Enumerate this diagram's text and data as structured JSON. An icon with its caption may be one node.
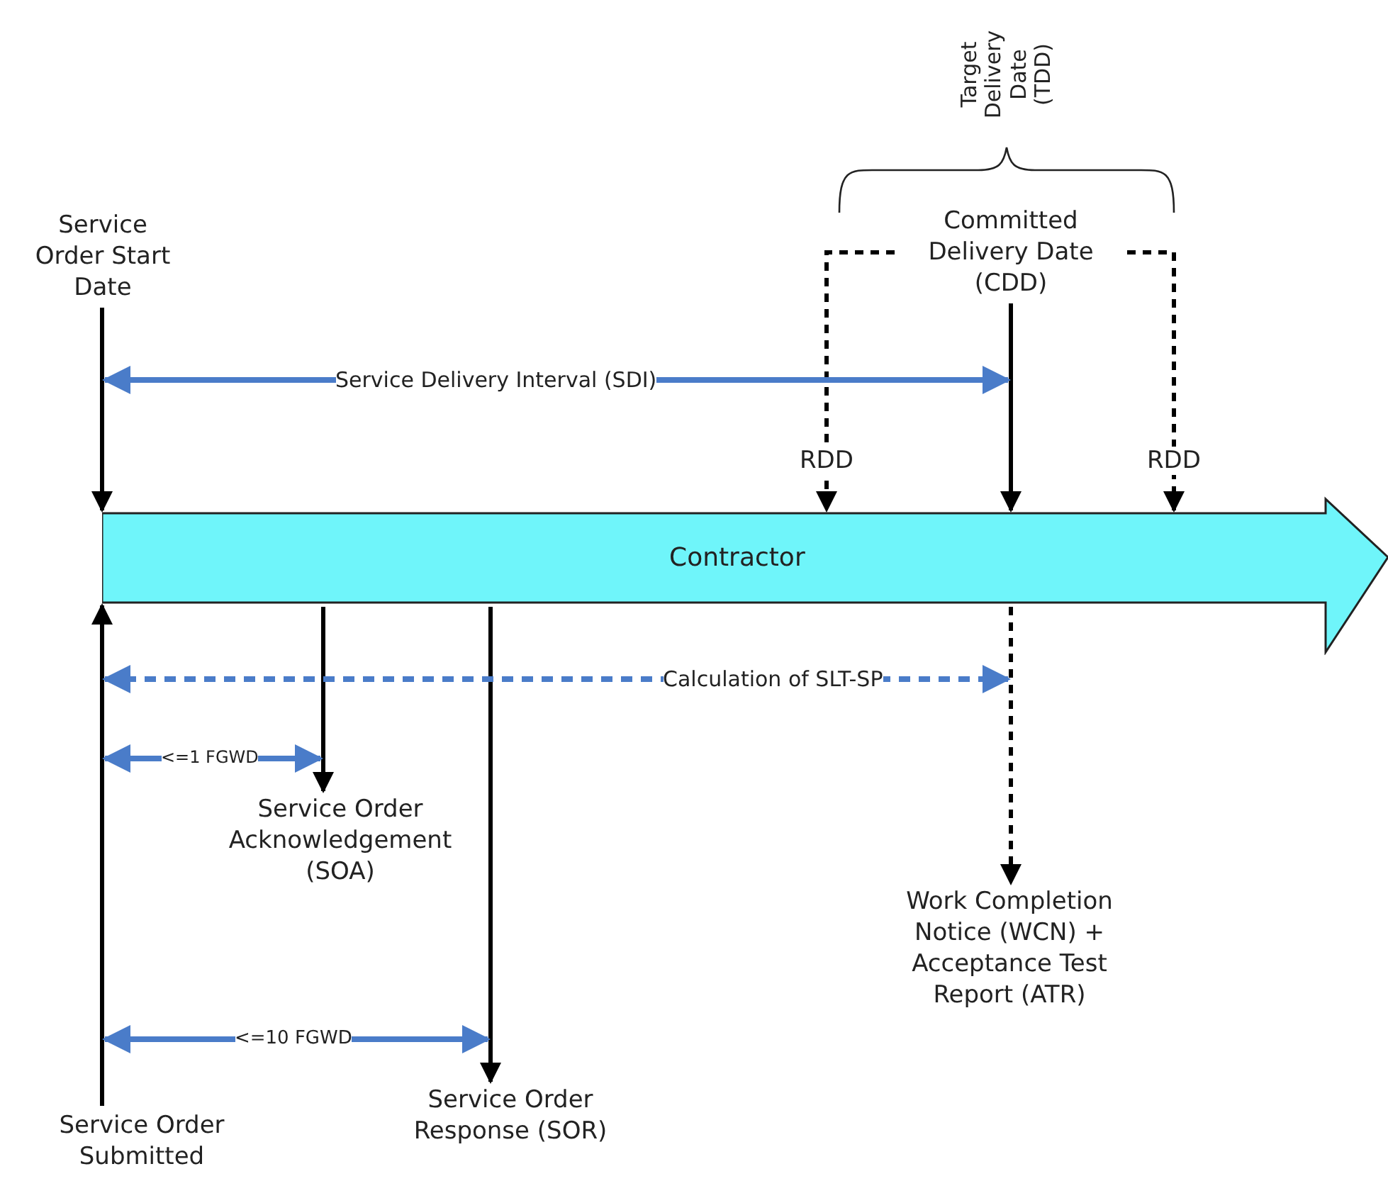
{
  "diagram": {
    "nodes": [
      {
        "text": [
          "Service Order Start Date"
        ]
      },
      {
        "text": [
          "Committed Delivery Date (CDD)"
        ]
      },
      {
        "text": [
          "Contractor"
        ]
      },
      {
        "text": [
          "Service Order Acknowledgement (SOA)"
        ]
      },
      {
        "text": [
          "Work Completion Notice (WCN) + Acceptance Test Report (ATR)"
        ]
      },
      {
        "text": [
          "Service Order Submitted"
        ]
      },
      {
        "text": [
          "Service Order Response (SOR)"
        ]
      }
    ],
    "edges": [
      {
        "from": 0,
        "to": 2,
        "arrow": "to"
      },
      {
        "from": 1,
        "to": 2,
        "arrow": "to"
      },
      {
        "from": 1,
        "to": 2,
        "arrow": "to",
        "label": "RDD",
        "style": "dashed"
      },
      {
        "from": 1,
        "to": 2,
        "arrow": "to",
        "label": "RDD",
        "style": "dashed"
      },
      {
        "from": 5,
        "to": 2,
        "arrow": "to"
      },
      {
        "from": 2,
        "to": 3,
        "arrow": "to"
      },
      {
        "from": 2,
        "to": 6,
        "arrow": "to"
      },
      {
        "from": 2,
        "to": 4,
        "arrow": "to",
        "style": "dashed"
      }
    ],
    "labels": [
      "Target Delivery Date (TDD)",
      "Service Delivery Interval (SDI)",
      "Calculation of SLT-SP",
      "<=1 FGWD",
      "<=10 FGWD"
    ]
  }
}
